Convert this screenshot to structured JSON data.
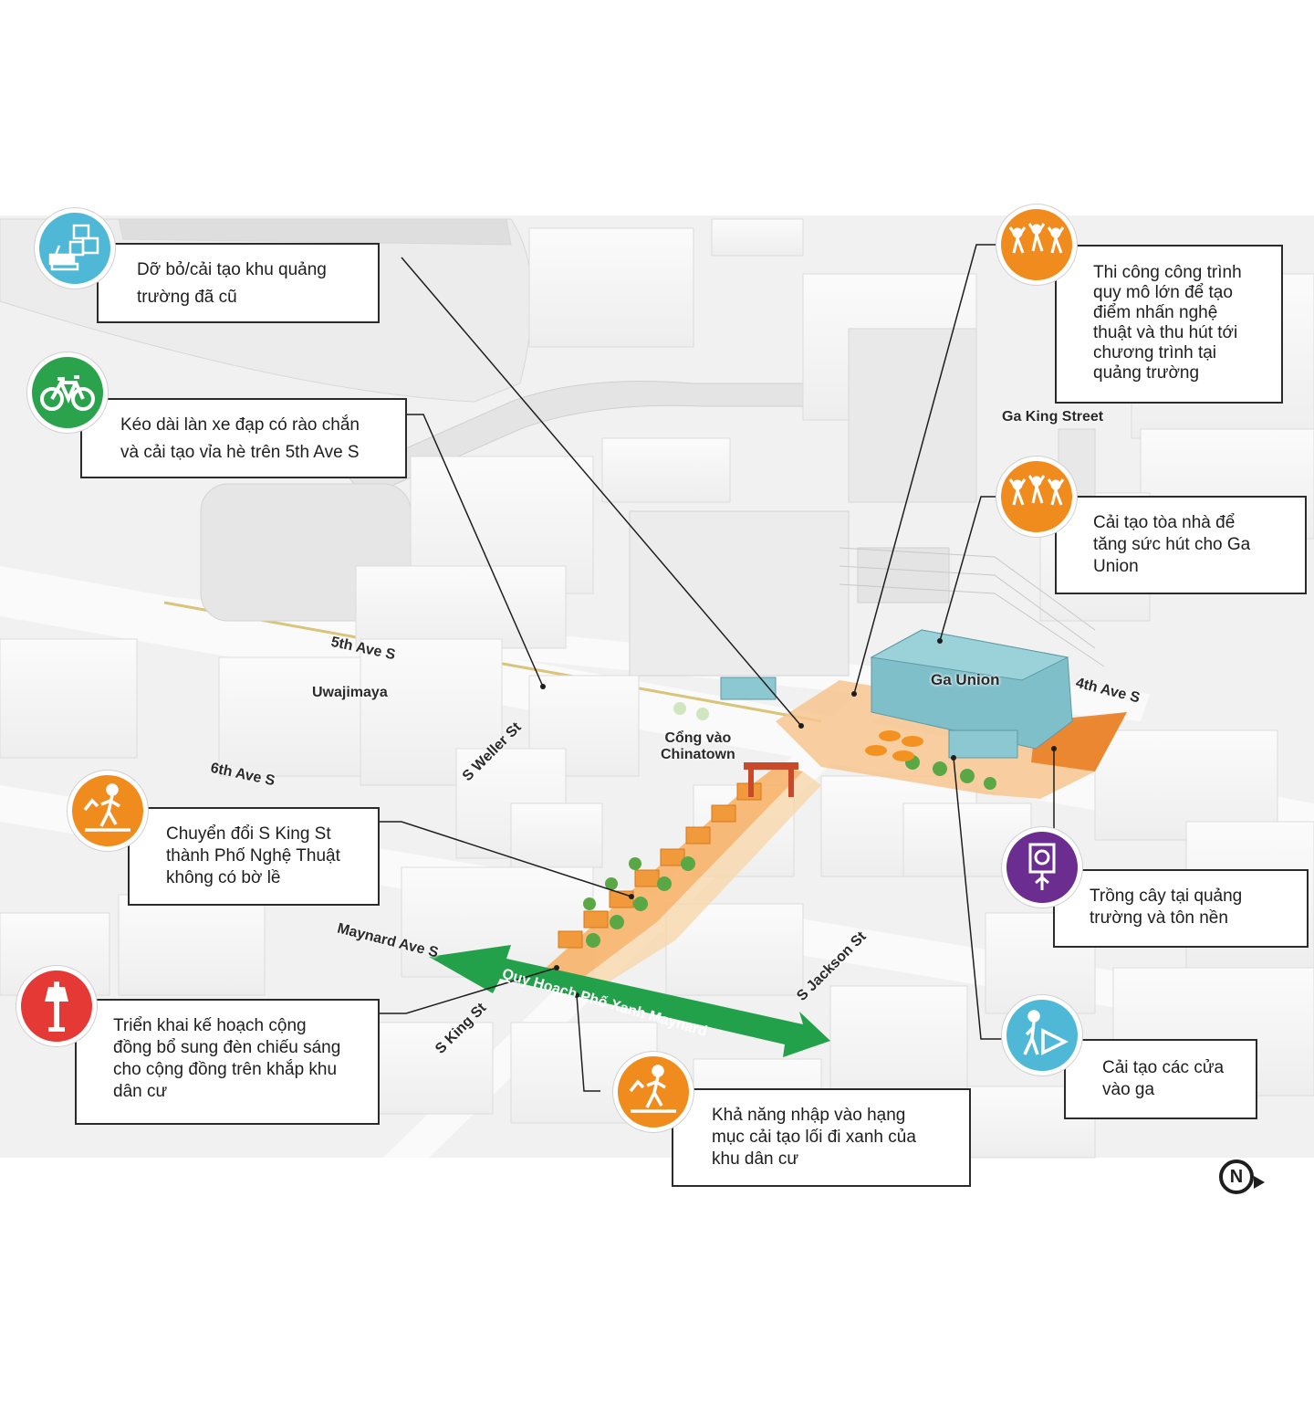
{
  "colors": {
    "blue": "#4fb8d6",
    "green": "#2ba24c",
    "orange": "#f08c1e",
    "purple": "#6b2d8f",
    "red": "#e53935",
    "station_teal": "#7fbfc9",
    "plaza_orange": "#f4a14b",
    "green_arrow": "#23a04a"
  },
  "callouts": [
    {
      "id": "demolish",
      "icon": "demolition-building-icon",
      "color": "blue",
      "lines": [
        "Dỡ bỏ/cải tạo khu quảng",
        "trường đã cũ"
      ]
    },
    {
      "id": "bike",
      "icon": "bicycle-icon",
      "color": "green",
      "lines": [
        "Kéo dài làn xe đạp có rào chắn",
        "và cải tạo vỉa hè trên 5th Ave S"
      ]
    },
    {
      "id": "festival-street",
      "icon": "pedestrian-step-icon",
      "color": "orange",
      "lines": [
        "Chuyển đổi S King St",
        "thành Phố Nghệ Thuật",
        "không có bờ lề"
      ]
    },
    {
      "id": "lighting",
      "icon": "street-lamp-icon",
      "color": "red",
      "lines": [
        "Triển khai kế hoạch cộng",
        "đồng bổ sung đèn chiếu sáng",
        "cho cộng đồng trên khắp khu",
        "dân cư"
      ]
    },
    {
      "id": "green-street",
      "icon": "pedestrian-step-icon",
      "color": "orange",
      "lines": [
        "Khả năng nhập vào hạng",
        "mục cải tạo lối đi xanh của",
        "khu dân cư"
      ]
    },
    {
      "id": "art-project",
      "icon": "people-celebrating-icon",
      "color": "orange",
      "lines": [
        "Thi công công trình",
        "quy mô lớn để tạo",
        "điểm nhấn nghệ",
        "thuật và thu hút tới",
        "chương trình tại",
        "quảng trường"
      ]
    },
    {
      "id": "building-activation",
      "icon": "people-celebrating-icon",
      "color": "orange",
      "lines": [
        "Cải tạo tòa nhà để",
        "tăng sức hút cho Ga",
        "Union"
      ]
    },
    {
      "id": "plaza-planting",
      "icon": "art-sign-icon",
      "color": "purple",
      "lines": [
        "Trồng cây tại quảng",
        "trường và tôn nền"
      ]
    },
    {
      "id": "station-entrances",
      "icon": "pedestrian-arrow-icon",
      "color": "blue",
      "lines": [
        "Cải tạo các cửa",
        "vào ga"
      ]
    }
  ],
  "streets": {
    "fifth_ave": "5th Ave S",
    "sixth_ave": "6th Ave S",
    "weller": "S Weller St",
    "maynard": "Maynard Ave S",
    "king": "S King St",
    "jackson": "S Jackson St",
    "fourth_ave": "4th Ave S",
    "green_street": "Quy Hoạch Phố Xanh Maynard"
  },
  "places": {
    "uwajimaya": "Uwajimaya",
    "chinatown_gate": [
      "Cổng vào",
      "Chinatown"
    ],
    "king_street_station": "Ga King Street",
    "union_station": "Ga Union"
  },
  "compass": {
    "letter": "N",
    "icon": "north-compass-icon"
  }
}
